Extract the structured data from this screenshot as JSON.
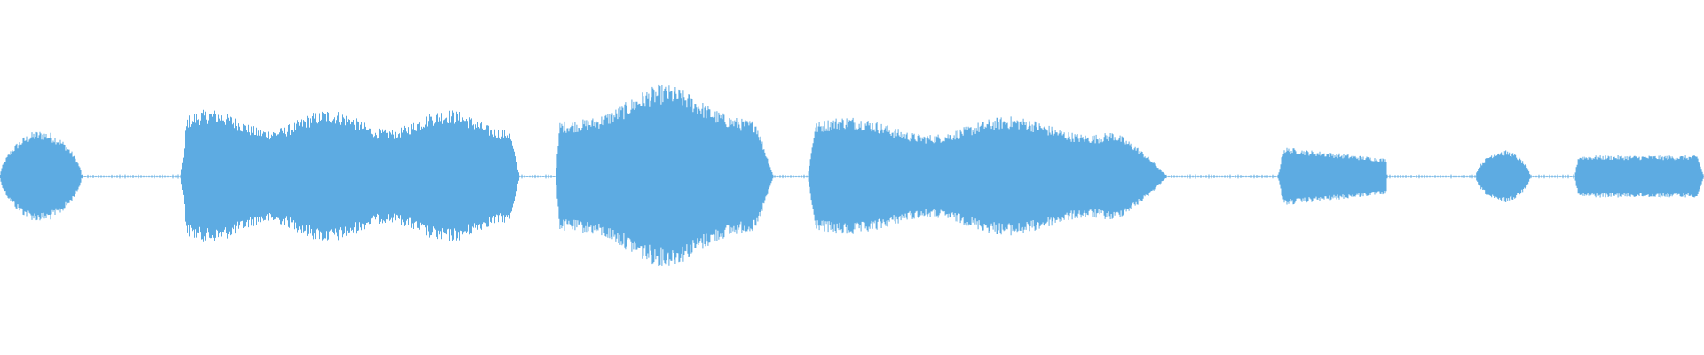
{
  "waveform": {
    "color": "#5dabe2",
    "background": "#ffffff",
    "segments": [
      {
        "start": 0.0,
        "end": 0.048,
        "amplitude": 0.13,
        "shape": "swell"
      },
      {
        "start": 0.106,
        "end": 0.305,
        "amplitude": 0.19,
        "shape": "plateau"
      },
      {
        "start": 0.326,
        "end": 0.454,
        "amplitude": 0.26,
        "shape": "peak-center"
      },
      {
        "start": 0.474,
        "end": 0.685,
        "amplitude": 0.17,
        "shape": "plateau-fade"
      },
      {
        "start": 0.75,
        "end": 0.814,
        "amplitude": 0.085,
        "shape": "fade"
      },
      {
        "start": 0.866,
        "end": 0.898,
        "amplitude": 0.075,
        "shape": "swell"
      },
      {
        "start": 0.924,
        "end": 1.0,
        "amplitude": 0.06,
        "shape": "flat"
      }
    ]
  }
}
